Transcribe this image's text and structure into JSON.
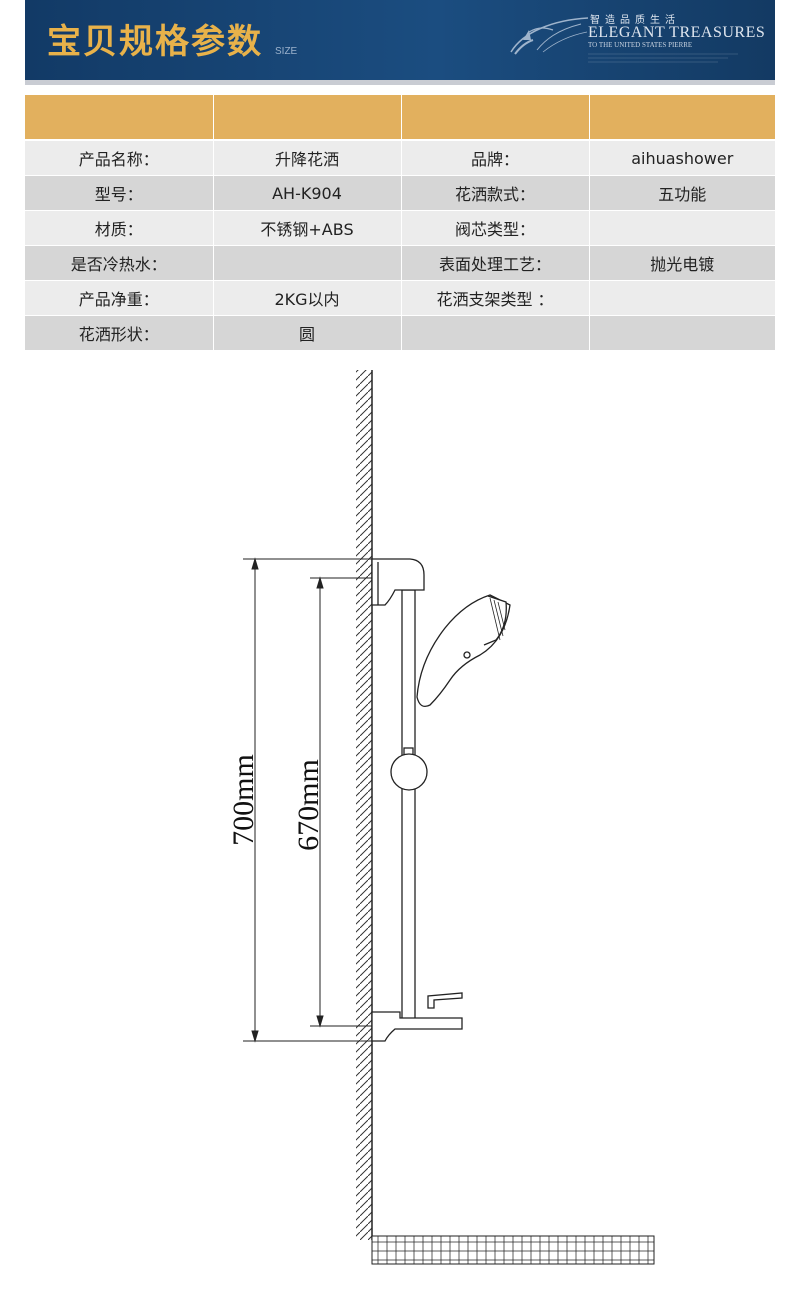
{
  "banner": {
    "title": "宝贝规格参数",
    "subtitle": "SIZE",
    "cn_slogan": "智造品质生活",
    "en_title": "ELEGANT TREASURES",
    "en_tagline": "TO THE UNITED STATES PIERRE"
  },
  "spec_table": {
    "rows": [
      {
        "label1": "产品名称：",
        "value1": "升降花洒",
        "label2": "品牌：",
        "value2": "aihuashower"
      },
      {
        "label1": "型号：",
        "value1": "AH-K904",
        "label2": "花洒款式：",
        "value2": "五功能"
      },
      {
        "label1": "材质：",
        "value1": "不锈钢+ABS",
        "label2": "阀芯类型：",
        "value2": ""
      },
      {
        "label1": "是否冷热水：",
        "value1": "",
        "label2": "表面处理工艺：",
        "value2": "抛光电镀"
      },
      {
        "label1": "产品净重：",
        "value1": "2KG以内",
        "label2": "花洒支架类型 ：",
        "value2": ""
      },
      {
        "label1": "花洒形状：",
        "value1": "圆",
        "label2": "",
        "value2": ""
      }
    ]
  },
  "drawing": {
    "outer_dimension": "700mm",
    "inner_dimension": "670mm"
  },
  "colors": {
    "banner_bg": "#1b4d80",
    "banner_title": "#e8b24a",
    "table_header": "#e2b05e",
    "row_light": "#ececec",
    "row_dark": "#d6d6d6"
  }
}
